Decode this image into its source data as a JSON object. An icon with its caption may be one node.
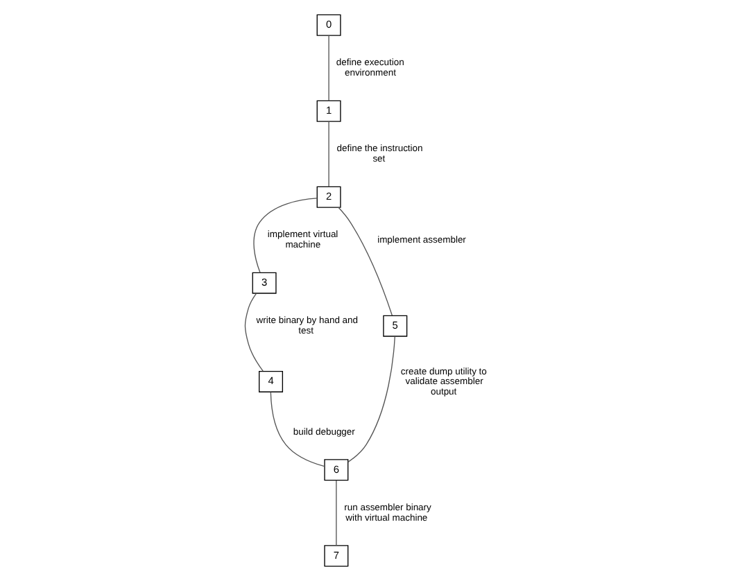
{
  "diagram": {
    "nodes": [
      {
        "text": [
          "0"
        ]
      },
      {
        "text": [
          "1"
        ]
      },
      {
        "text": [
          "2"
        ]
      },
      {
        "text": [
          "3"
        ]
      },
      {
        "text": [
          "5"
        ]
      },
      {
        "text": [
          "4"
        ]
      },
      {
        "text": [
          "6"
        ]
      },
      {
        "text": [
          "7"
        ]
      }
    ],
    "edges": [
      {
        "from": 0,
        "to": 1,
        "arrow": "none",
        "label": "define execution environment"
      },
      {
        "from": 1,
        "to": 2,
        "arrow": "none",
        "label": "define the instruction set"
      },
      {
        "from": 2,
        "to": 3,
        "arrow": "none",
        "label": "implement virtual machine"
      },
      {
        "from": 2,
        "to": 4,
        "arrow": "none",
        "label": "implement assembler"
      },
      {
        "from": 3,
        "to": 5,
        "arrow": "none",
        "label": "write binary by hand and test"
      },
      {
        "from": 5,
        "to": 6,
        "arrow": "none",
        "label": "build debugger"
      },
      {
        "from": 4,
        "to": 6,
        "arrow": "none",
        "label": "create dump utility to validate assembler output"
      },
      {
        "from": 6,
        "to": 7,
        "arrow": "none",
        "label": "run assembler binary with virtual machine"
      }
    ]
  }
}
